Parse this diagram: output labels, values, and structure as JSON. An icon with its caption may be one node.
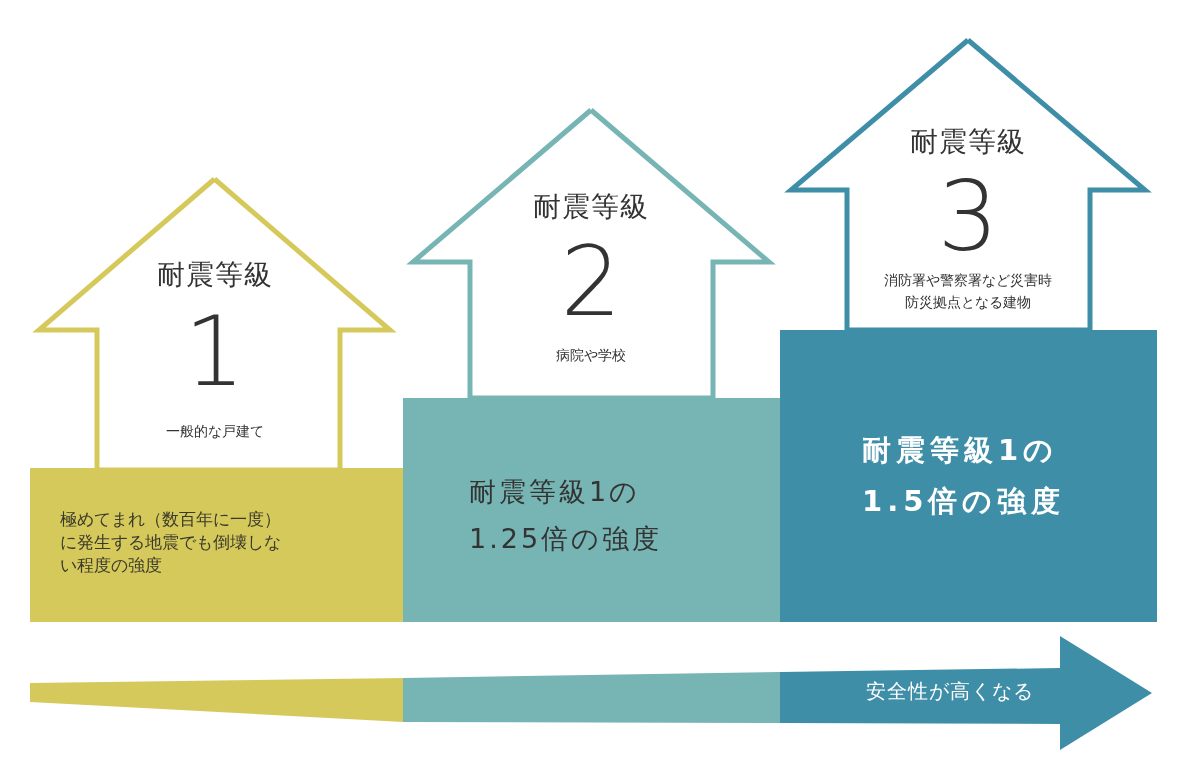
{
  "diagram": {
    "nodes": [
      {
        "text": [
          "耐震等級",
          "1",
          "一般的な戸建て"
        ]
      },
      {
        "text": [
          "極めてまれ（数百年に一度）に発生する地震でも倒壊しない程度の強度"
        ]
      },
      {
        "text": [
          "耐震等級",
          "2",
          "病院や学校"
        ]
      },
      {
        "text": [
          "耐震等級1の1.25倍の強度"
        ]
      },
      {
        "text": [
          "耐震等級",
          "3",
          "消防署や警察署など災害時防災拠点となる建物"
        ]
      },
      {
        "text": [
          "耐震等級1の1.5倍の強度"
        ]
      },
      {
        "text": [
          "安全性が高くなる"
        ]
      }
    ],
    "edges": []
  }
}
